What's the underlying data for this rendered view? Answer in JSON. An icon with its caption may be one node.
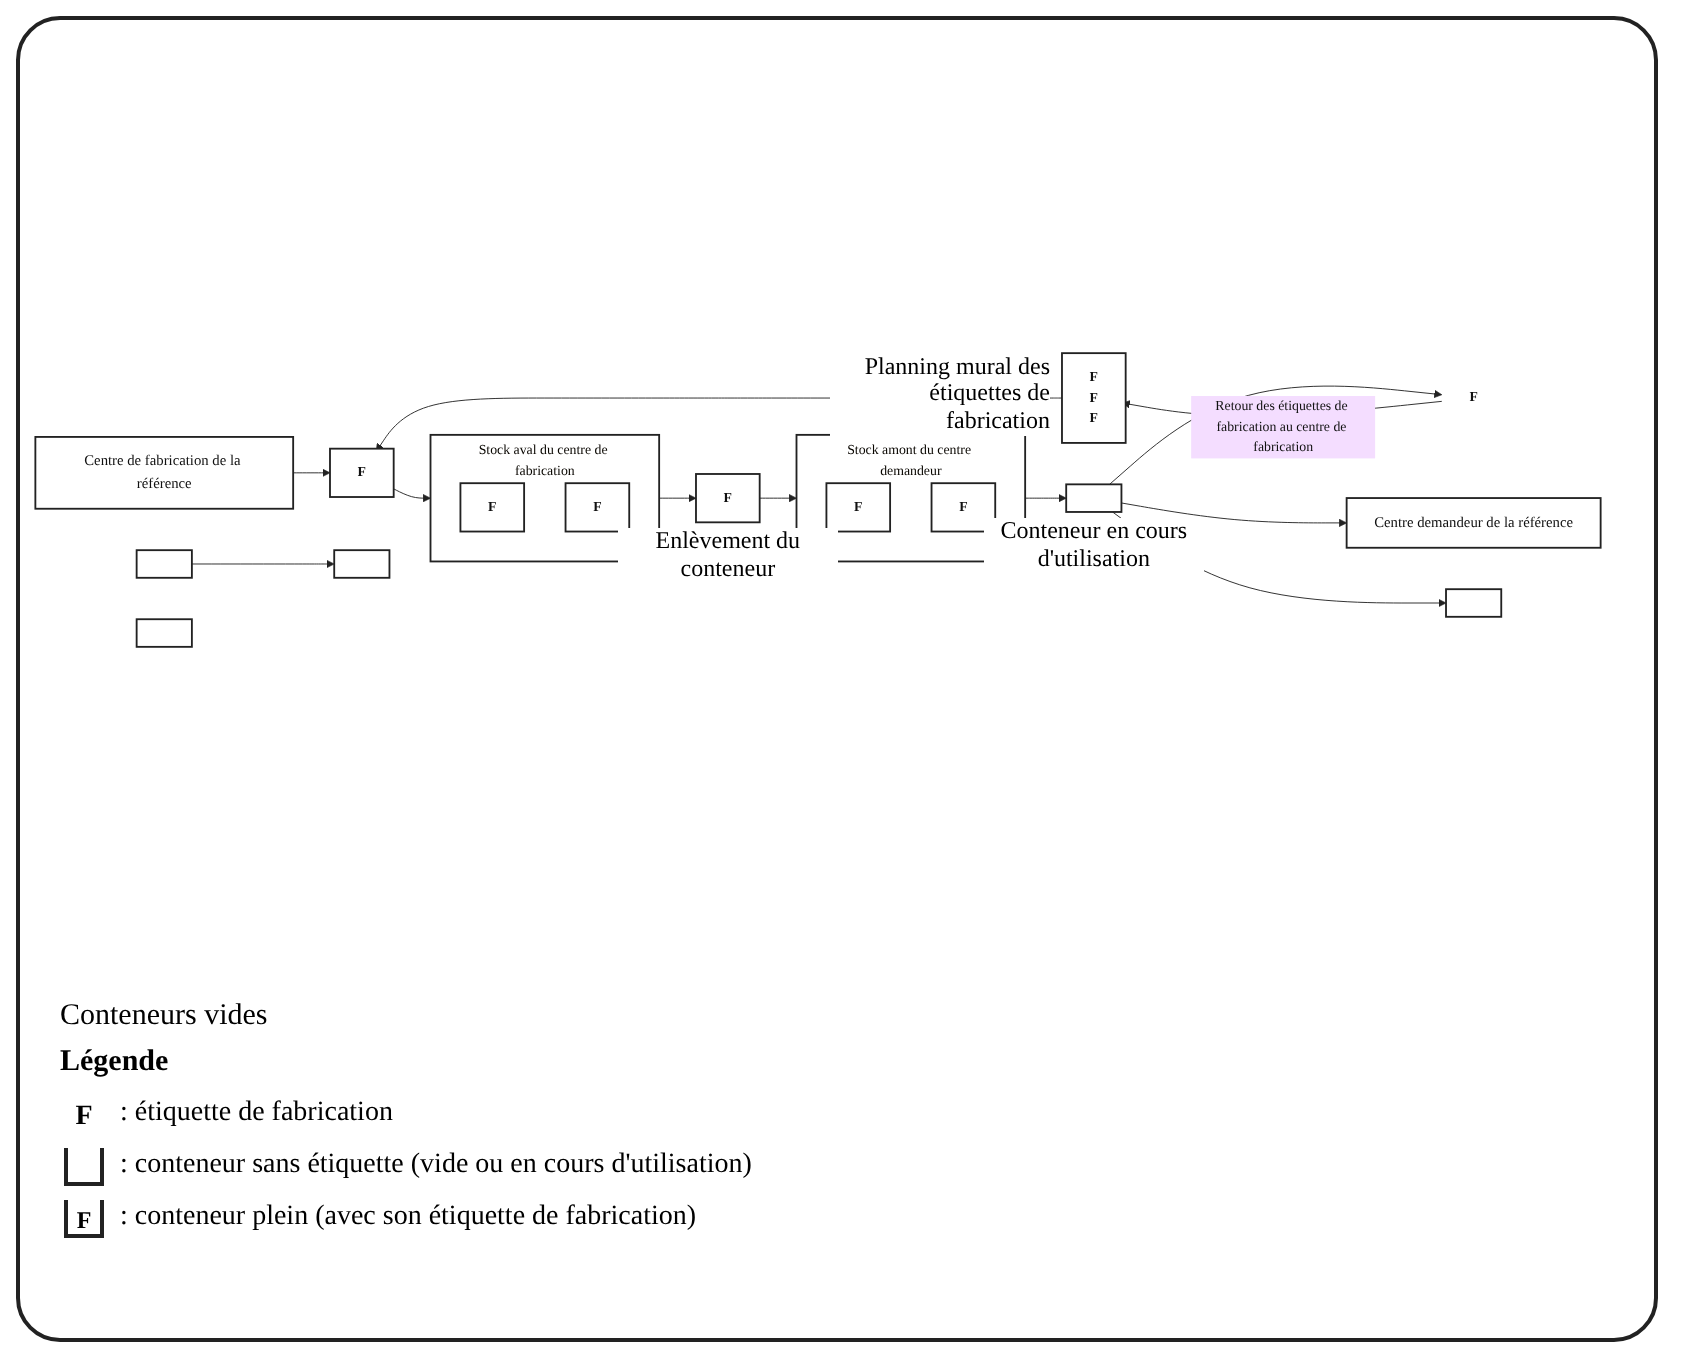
{
  "diagram": {
    "nodes": [
      {
        "text": [
          "Centre de fabrication de la référence"
        ]
      },
      {
        "text": [
          "F"
        ]
      },
      {
        "text": [
          "Stock aval du centre de fabrication"
        ]
      },
      {
        "text": [
          "F"
        ],
        "in": 2
      },
      {
        "text": [
          "F"
        ],
        "in": 2
      },
      {
        "text": [
          "F"
        ],
        "beside": [
          "Enlèvement du conteneur"
        ]
      },
      {
        "text": [
          "Stock amont du centre demandeur"
        ]
      },
      {
        "text": [
          "F"
        ],
        "in": 6
      },
      {
        "text": [
          "F"
        ],
        "in": 6
      },
      {
        "text": [],
        "shape": "box",
        "beside": [
          "Conteneur en cours d'utilisation"
        ]
      },
      {
        "text": [
          "Centre demandeur de la référence"
        ]
      },
      {
        "text": [
          "F"
        ]
      },
      {
        "text": [
          "F",
          "F",
          "F"
        ],
        "beside": [
          "Planning mural des étiquettes de fabrication"
        ]
      },
      {
        "text": [],
        "shape": "box"
      },
      {
        "text": [],
        "shape": "box"
      },
      {
        "text": [],
        "shape": "box"
      },
      {
        "text": [],
        "shape": "box"
      }
    ],
    "edges": [
      {
        "from": 0,
        "to": 1,
        "arrow": "to"
      },
      {
        "from": 1,
        "to": 2,
        "arrow": "to"
      },
      {
        "from": 2,
        "to": 5,
        "arrow": "to"
      },
      {
        "from": 5,
        "to": 6,
        "arrow": "to"
      },
      {
        "from": 6,
        "to": 9,
        "arrow": "to"
      },
      {
        "from": 9,
        "to": 10,
        "arrow": "to"
      },
      {
        "from": 9,
        "to": 11,
        "arrow": "to"
      },
      {
        "from": 11,
        "to": 12,
        "arrow": "to",
        "label": "Retour des étiquettes de fabrication au centre de fabrication"
      },
      {
        "from": 12,
        "to": 1,
        "arrow": "to"
      },
      {
        "from": 9,
        "to": 14,
        "arrow": "to"
      },
      {
        "from": 13,
        "to": 15,
        "arrow": "to"
      }
    ],
    "labels": [
      "Conteneurs vides",
      "Légende",
      "F",
      "F"
    ],
    "legend": [
      {
        "text": ": étiquette de fabrication"
      },
      {
        "text": ": conteneur sans étiquette (vide ou en cours d'utilisation)"
      },
      {
        "text": ": conteneur plein (avec son étiquette de fabrication)"
      }
    ]
  }
}
